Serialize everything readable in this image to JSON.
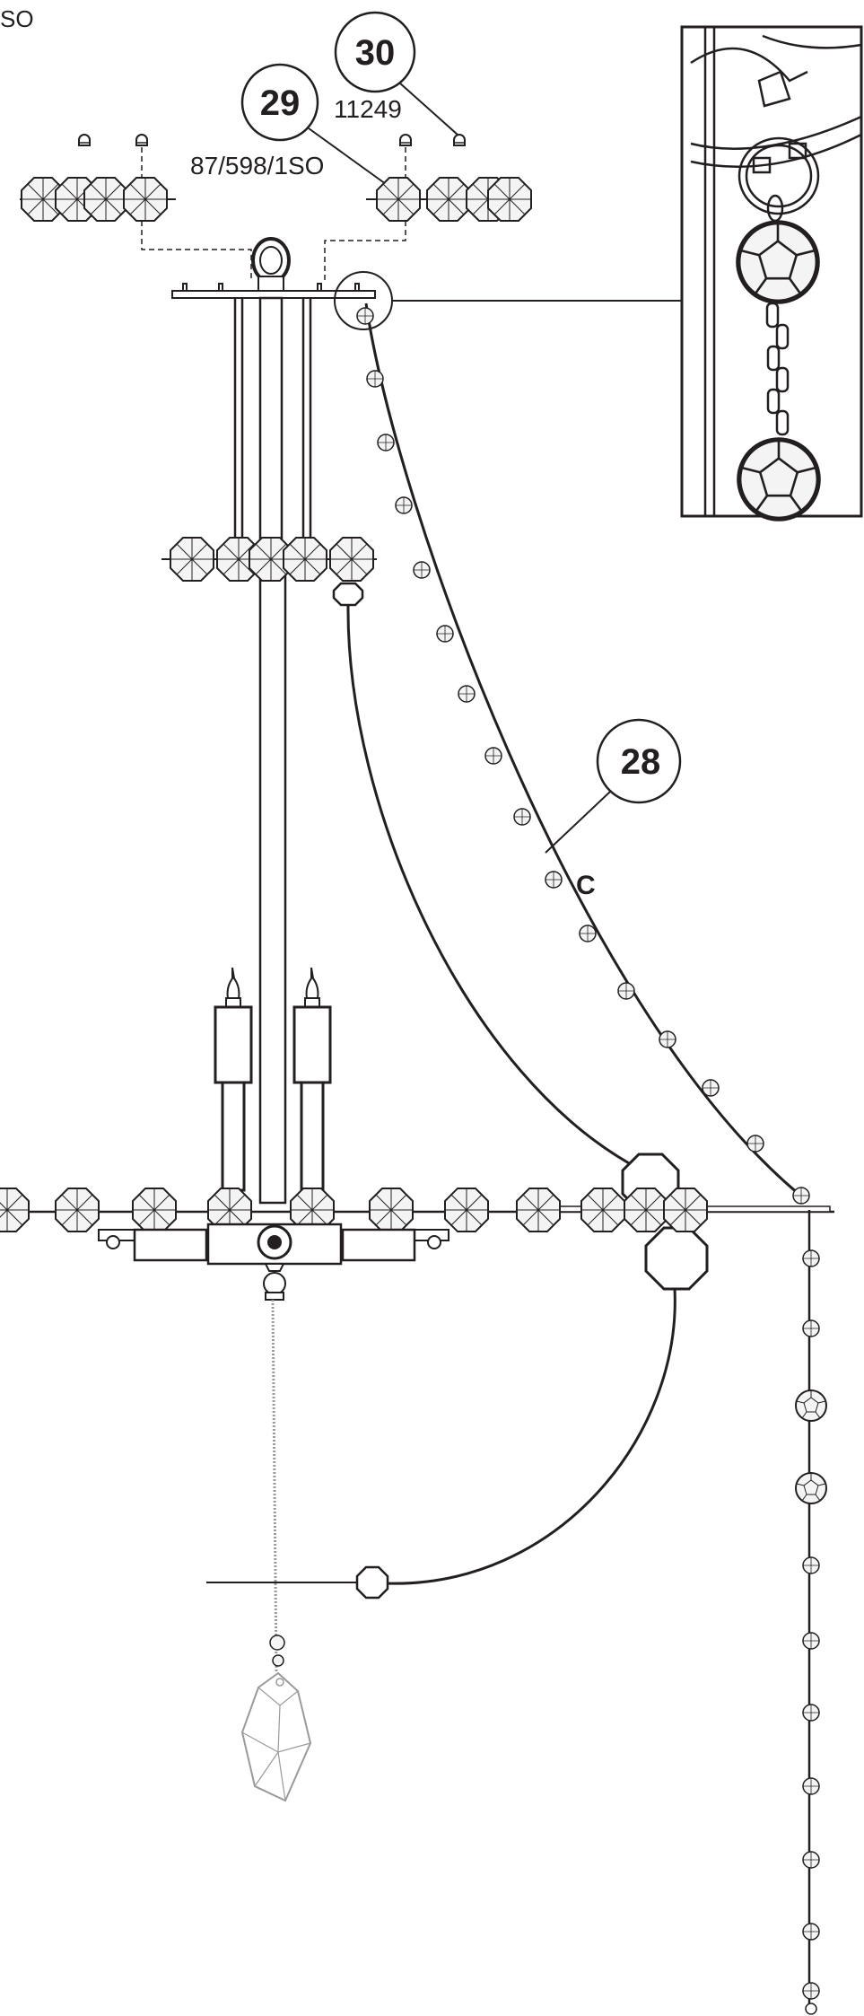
{
  "labels": {
    "corner_code": "SO",
    "callout_30": "30",
    "part_11249": "11249",
    "callout_29": "29",
    "part_87_598": "87/598/1SO",
    "callout_28": "28",
    "letter_c": "C"
  },
  "colors": {
    "line": "#231f20",
    "fill": "#ffffff",
    "crystal_fill": "#f4f4f4",
    "ghost": "#9a9a9a"
  },
  "icons": {
    "crystal": "octagon-crystal-icon",
    "bead": "bead-icon",
    "cap": "cap-icon",
    "candle": "candle-icon",
    "pendant": "pendant-crystal-icon"
  }
}
